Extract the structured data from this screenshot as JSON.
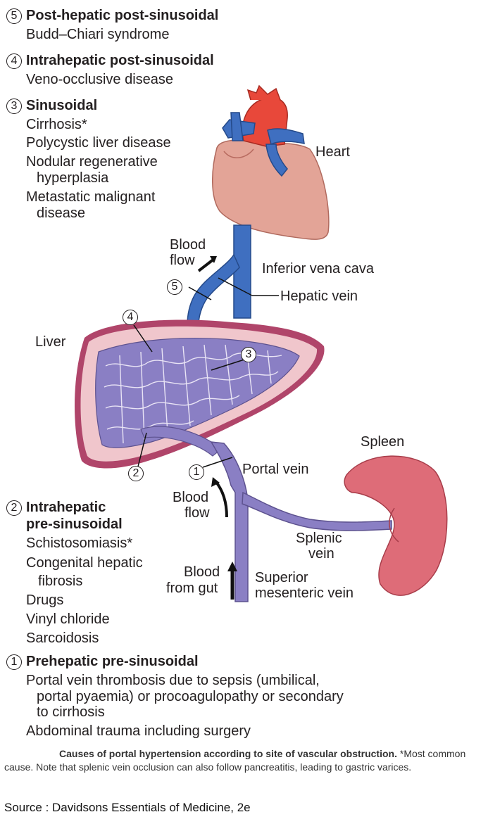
{
  "sites": {
    "s5": {
      "number": "5",
      "title": "Post-hepatic post-sinusoidal",
      "items": [
        "Budd–Chiari syndrome"
      ]
    },
    "s4": {
      "number": "4",
      "title": "Intrahepatic post-sinusoidal",
      "items": [
        "Veno-occlusive disease"
      ]
    },
    "s3": {
      "number": "3",
      "title": "Sinusoidal",
      "items": [
        "Cirrhosis*",
        "Polycystic liver disease",
        "Nodular regenerative",
        "hyperplasia",
        "Metastatic malignant",
        "disease"
      ]
    },
    "s2": {
      "number": "2",
      "title_line1": "Intrahepatic",
      "title_line2": "pre-sinusoidal",
      "items": [
        "Schistosomiasis*",
        "Congenital hepatic",
        "fibrosis",
        "Drugs",
        "Vinyl chloride",
        "Sarcoidosis"
      ]
    },
    "s1": {
      "number": "1",
      "title": "Prehepatic pre-sinusoidal",
      "items": [
        "Portal vein thrombosis due to sepsis  (umbilical,",
        "portal pyaemia) or procoagulopathy or secondary",
        "to cirrhosis",
        "Abdominal trauma including surgery"
      ]
    }
  },
  "labels": {
    "heart": "Heart",
    "blood_flow_top_1": "Blood",
    "blood_flow_top_2": "flow",
    "ivc": "Inferior vena cava",
    "hepatic_vein": "Hepatic vein",
    "liver": "Liver",
    "spleen": "Spleen",
    "portal_vein": "Portal vein",
    "blood_flow_bottom_1": "Blood",
    "blood_flow_bottom_2": "flow",
    "splenic_vein_1": "Splenic",
    "splenic_vein_2": "vein",
    "blood_from_gut_1": "Blood",
    "blood_from_gut_2": "from gut",
    "sup_mes_1": "Superior",
    "sup_mes_2": "mesenteric vein"
  },
  "markers": {
    "m5": "5",
    "m4": "4",
    "m3": "3",
    "m2": "2",
    "m1": "1"
  },
  "caption": {
    "bold": "Causes of portal hypertension according to site of vascular obstruction.",
    "text": " *Most common cause. Note that splenic vein occlusion can also follow pancreatitis, leading to gastric varices."
  },
  "source": "Source : Davidsons Essentials of Medicine, 2e",
  "colors": {
    "vein_blue": "#3f6fc0",
    "portal_purple": "#8a7fc4",
    "aorta_red": "#e8483a",
    "heart_pink": "#e3a497",
    "liver_pink": "#f0c6cc",
    "liver_rim": "#b0456a",
    "spleen": "#de6c78"
  }
}
